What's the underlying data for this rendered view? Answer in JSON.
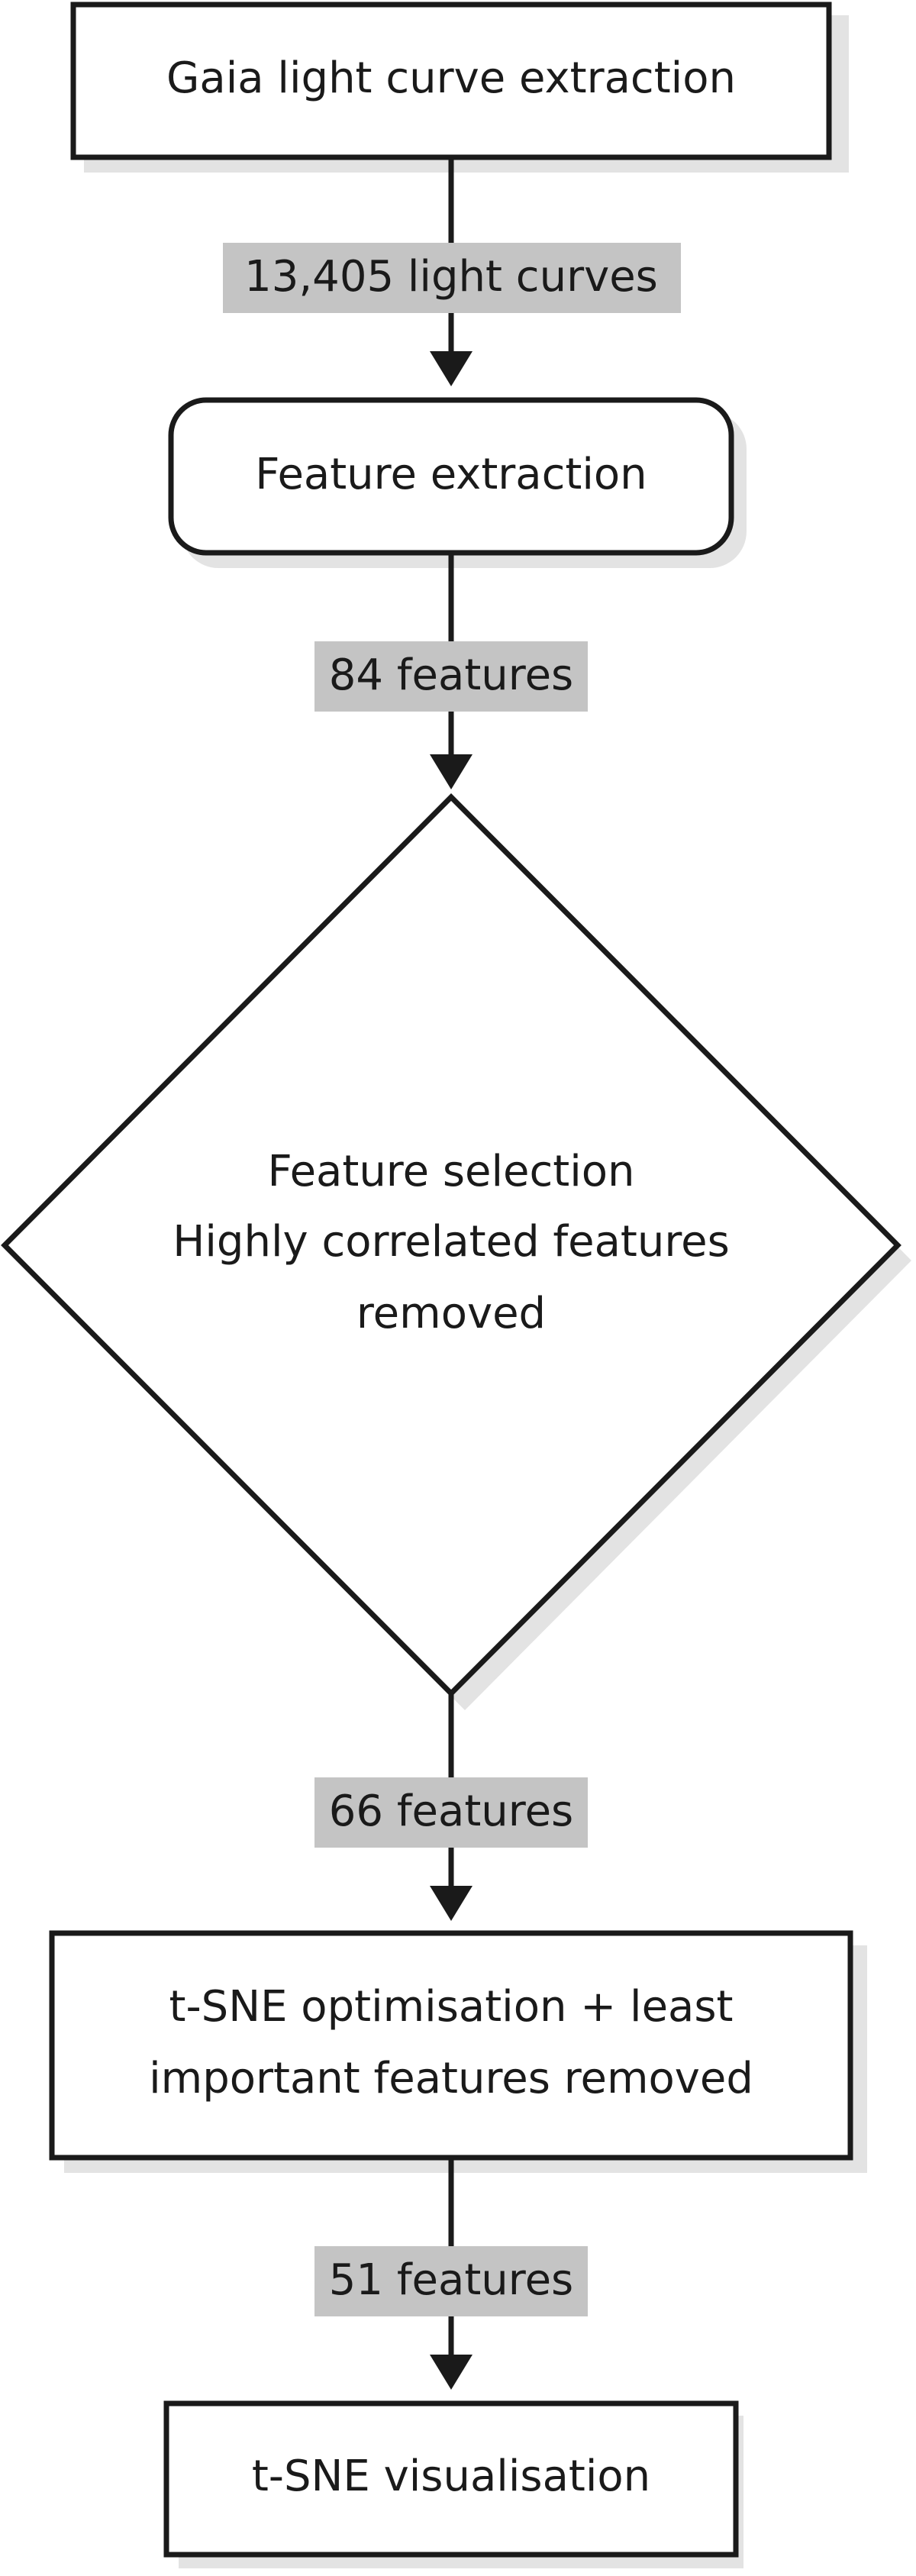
{
  "nodes": {
    "extraction": {
      "label": "Gaia light curve extraction"
    },
    "feature_extraction": {
      "label": "Feature extraction"
    },
    "feature_selection": {
      "lines": [
        "Feature selection",
        "Highly correlated features",
        "removed"
      ]
    },
    "tsne_optimisation": {
      "lines": [
        "t-SNE optimisation + least",
        "important features removed"
      ]
    },
    "tsne_visualisation": {
      "label": "t-SNE visualisation"
    }
  },
  "edges": {
    "e1": {
      "label": "13,405 light curves"
    },
    "e2": {
      "label": "84 features"
    },
    "e3": {
      "label": "66 features"
    },
    "e4": {
      "label": "51 features"
    }
  },
  "colors": {
    "stroke": "#1a1a1a",
    "node_fill": "#ffffff",
    "shadow": "#e3e3e3",
    "edge_label_bg": "#c4c4c4"
  }
}
